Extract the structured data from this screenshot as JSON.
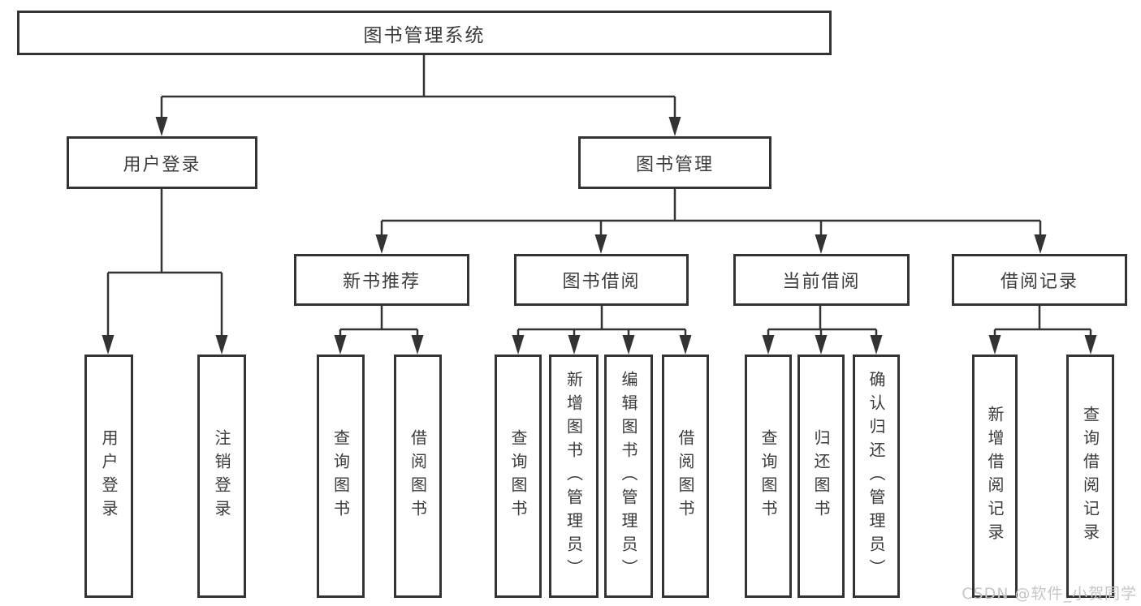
{
  "nodes": {
    "root": {
      "label": "图书管理系统"
    },
    "user_login": {
      "label": "用户登录"
    },
    "book_management": {
      "label": "图书管理"
    },
    "new_book_recommend": {
      "label": "新书推荐"
    },
    "book_borrowing": {
      "label": "图书借阅"
    },
    "current_borrowing": {
      "label": "当前借阅"
    },
    "borrowing_records": {
      "label": "借阅记录"
    },
    "login": {
      "label": "用户登录"
    },
    "logout": {
      "label": "注销登录"
    },
    "nb_query": {
      "label": "查询图书"
    },
    "nb_borrow": {
      "label": "借阅图书"
    },
    "bb_query": {
      "label": "查询图书"
    },
    "bb_add": {
      "label": "新增图书（管理员）"
    },
    "bb_edit": {
      "label": "编辑图书（管理员）"
    },
    "bb_borrow": {
      "label": "借阅图书"
    },
    "cb_query": {
      "label": "查询图书"
    },
    "cb_return": {
      "label": "归还图书"
    },
    "cb_confirm": {
      "label": "确认归还（管理员）"
    },
    "br_add": {
      "label": "新增借阅记录"
    },
    "br_query": {
      "label": "查询借阅记录"
    }
  },
  "hierarchy": {
    "root": [
      "user_login",
      "book_management"
    ],
    "user_login": [
      "login",
      "logout"
    ],
    "book_management": [
      "new_book_recommend",
      "book_borrowing",
      "current_borrowing",
      "borrowing_records"
    ],
    "new_book_recommend": [
      "nb_query",
      "nb_borrow"
    ],
    "book_borrowing": [
      "bb_query",
      "bb_add",
      "bb_edit",
      "bb_borrow"
    ],
    "current_borrowing": [
      "cb_query",
      "cb_return",
      "cb_confirm"
    ],
    "borrowing_records": [
      "br_add",
      "br_query"
    ]
  },
  "watermark": {
    "text": "CSDN @软件_小贺同学"
  },
  "colors": {
    "line": "#333333",
    "border": "#333333",
    "text": "#3b3b3b",
    "background": "#ffffff",
    "watermark": "#c6c6c6"
  }
}
